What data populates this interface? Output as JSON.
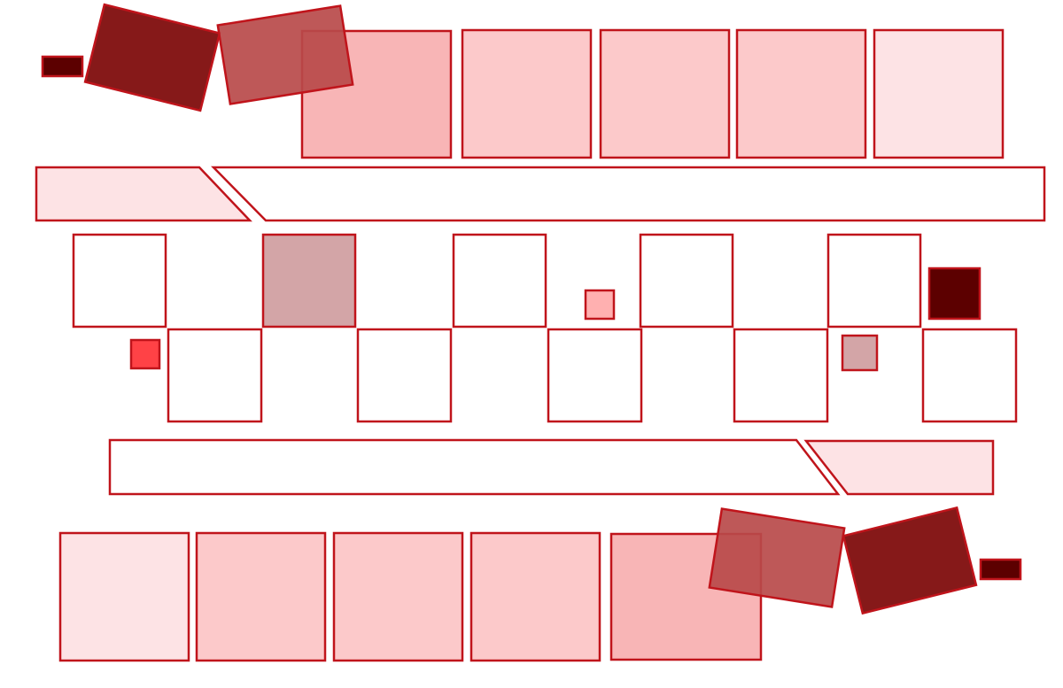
{
  "palette": {
    "outline": "#c0141b",
    "empty": "#ffffff",
    "blush": "#fde3e5",
    "pink": "#fcc9ca",
    "rose": "#f7adae",
    "brick": "#b84a4a",
    "maroon": "#861919",
    "dark-maroon": "#5c0000",
    "muted-rose": "#d3a5a7",
    "bright-red": "#ff4246",
    "light-red": "#ffb0b0"
  },
  "groups": {
    "top-row": [
      {
        "name": "top-tiny-tab",
        "fill": "dark-maroon"
      },
      {
        "name": "top-tilted-card-dark",
        "fill": "maroon"
      },
      {
        "name": "top-large-tile-rose",
        "fill": "rose"
      },
      {
        "name": "top-tilted-card-medium",
        "fill": "brick"
      },
      {
        "name": "top-tile-pink-1",
        "fill": "pink"
      },
      {
        "name": "top-tile-pink-2",
        "fill": "pink"
      },
      {
        "name": "top-tile-pink-3",
        "fill": "pink"
      },
      {
        "name": "top-tile-blush",
        "fill": "blush"
      }
    ],
    "upper-band": [
      {
        "name": "upper-band-left-segment",
        "fill": "blush"
      },
      {
        "name": "upper-band-right-segment",
        "fill": "empty"
      }
    ],
    "checker-upper": [
      {
        "name": "checker-upper-1",
        "fill": "empty"
      },
      {
        "name": "checker-upper-2",
        "fill": "muted-rose"
      },
      {
        "name": "checker-upper-3",
        "fill": "empty"
      },
      {
        "name": "checker-upper-4",
        "fill": "empty"
      },
      {
        "name": "checker-upper-5",
        "fill": "empty"
      }
    ],
    "checker-lower": [
      {
        "name": "checker-lower-1",
        "fill": "empty"
      },
      {
        "name": "checker-lower-2",
        "fill": "empty"
      },
      {
        "name": "checker-lower-3",
        "fill": "empty"
      },
      {
        "name": "checker-lower-4",
        "fill": "empty"
      },
      {
        "name": "checker-lower-5",
        "fill": "empty"
      }
    ],
    "markers": [
      {
        "name": "marker-bright-red",
        "fill": "bright-red"
      },
      {
        "name": "marker-light-red",
        "fill": "light-red"
      },
      {
        "name": "marker-muted-rose",
        "fill": "muted-rose"
      },
      {
        "name": "marker-dark-maroon",
        "fill": "dark-maroon"
      }
    ],
    "lower-band": [
      {
        "name": "lower-band-left-segment",
        "fill": "empty"
      },
      {
        "name": "lower-band-right-segment",
        "fill": "blush"
      }
    ],
    "bottom-row": [
      {
        "name": "bottom-tile-blush",
        "fill": "blush"
      },
      {
        "name": "bottom-tile-pink-1",
        "fill": "pink"
      },
      {
        "name": "bottom-tile-pink-2",
        "fill": "pink"
      },
      {
        "name": "bottom-tile-pink-3",
        "fill": "pink"
      },
      {
        "name": "bottom-large-tile-rose",
        "fill": "rose"
      },
      {
        "name": "bottom-tilted-card-medium",
        "fill": "brick"
      },
      {
        "name": "bottom-tilted-card-dark",
        "fill": "maroon"
      },
      {
        "name": "bottom-tiny-tab",
        "fill": "dark-maroon"
      }
    ]
  }
}
